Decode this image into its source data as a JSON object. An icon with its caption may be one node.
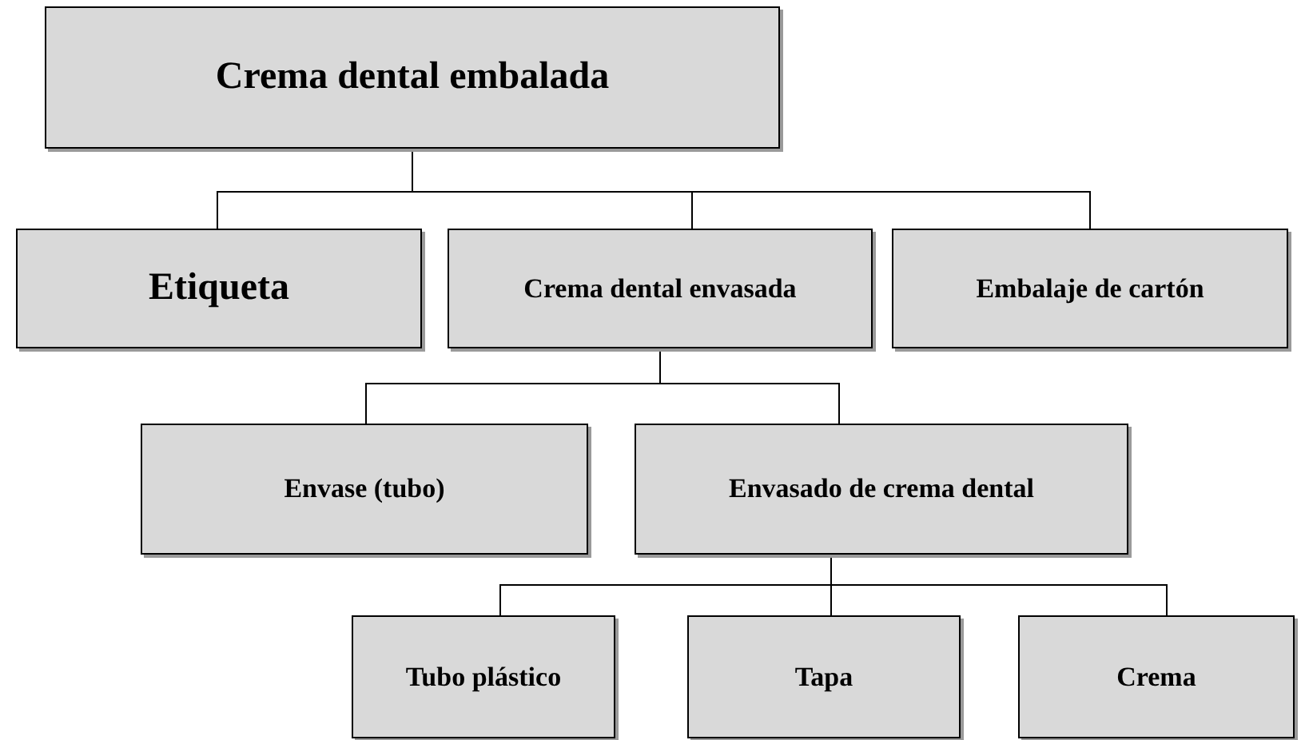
{
  "diagram": {
    "nodes": [
      {
        "text": [
          "Crema dental embalada"
        ]
      },
      {
        "text": [
          "Etiqueta"
        ]
      },
      {
        "text": [
          "Crema dental  envasada"
        ]
      },
      {
        "text": [
          "Embalaje de cartón"
        ]
      },
      {
        "text": [
          "Envase (tubo)"
        ]
      },
      {
        "text": [
          "Envasado de crema dental"
        ]
      },
      {
        "text": [
          "Tubo plástico"
        ]
      },
      {
        "text": [
          "Tapa"
        ]
      },
      {
        "text": [
          "Crema"
        ]
      }
    ],
    "edges": [
      {
        "from": 0,
        "to": 1,
        "arrow": "none"
      },
      {
        "from": 0,
        "to": 2,
        "arrow": "none"
      },
      {
        "from": 0,
        "to": 3,
        "arrow": "none"
      },
      {
        "from": 2,
        "to": 4,
        "arrow": "none"
      },
      {
        "from": 2,
        "to": 5,
        "arrow": "none"
      },
      {
        "from": 5,
        "to": 6,
        "arrow": "none"
      },
      {
        "from": 5,
        "to": 7,
        "arrow": "none"
      },
      {
        "from": 5,
        "to": 8,
        "arrow": "none"
      }
    ]
  }
}
